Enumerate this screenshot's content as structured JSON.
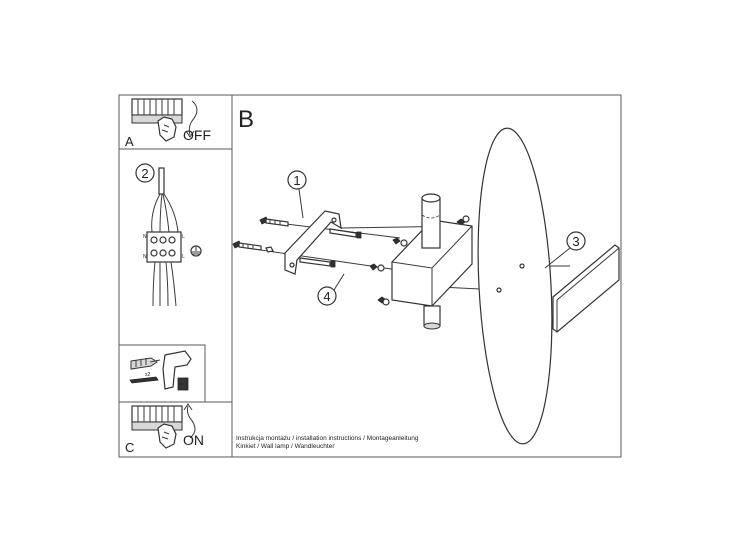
{
  "panels": {
    "a": {
      "letter": "A",
      "action": "OFF"
    },
    "b": {
      "letter": "B"
    },
    "c": {
      "letter": "C",
      "action": "ON"
    }
  },
  "steps": {
    "wiring": {
      "number": "2",
      "terminal_labels": [
        "N",
        "L",
        "N",
        "L"
      ]
    },
    "tools": {
      "quantity": "x2"
    }
  },
  "callouts": [
    "1",
    "3",
    "4"
  ],
  "caption": {
    "line1": "Instrukcja montażu / installation instructions / Montageanleitung",
    "line2": "Kinkiet / Wall lamp / Wandleuchter"
  }
}
